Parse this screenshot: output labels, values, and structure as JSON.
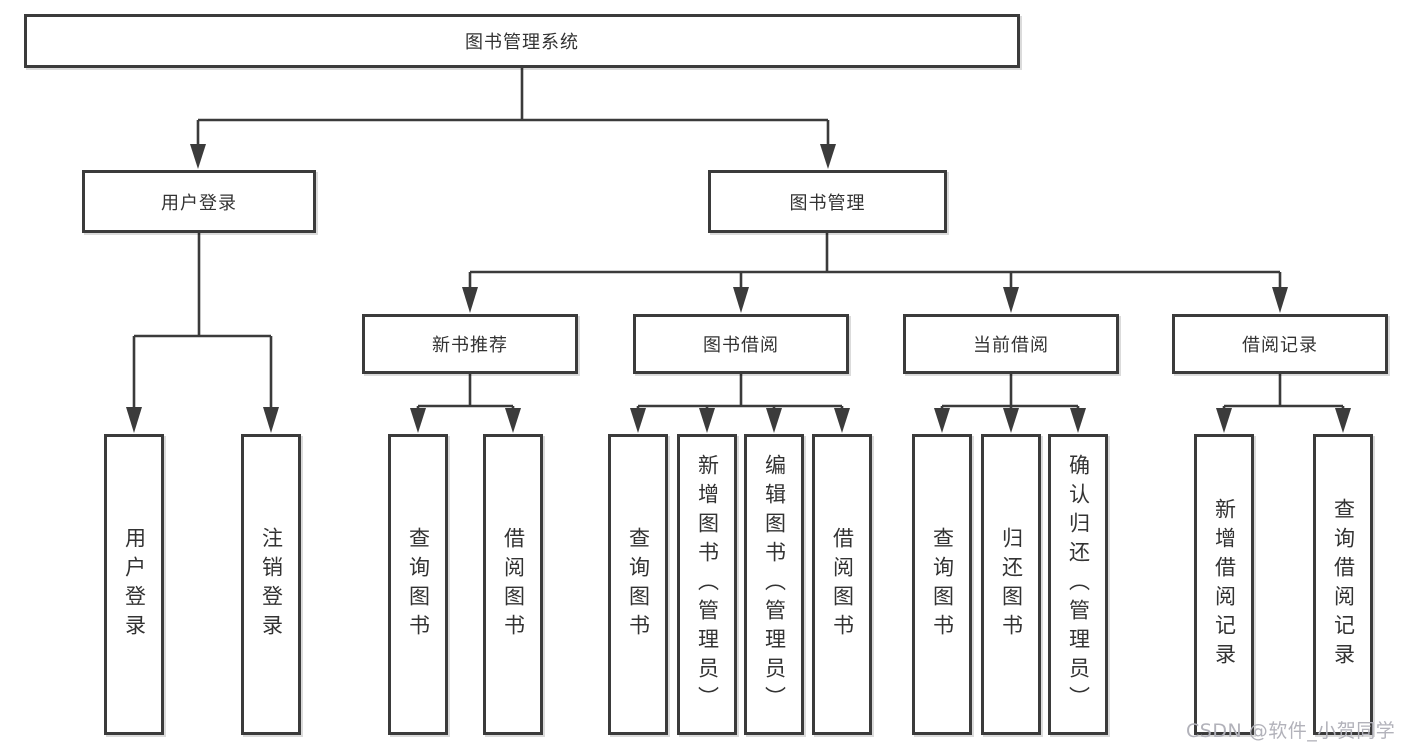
{
  "diagram": {
    "nodes": {
      "root": {
        "label": "图书管理系统"
      },
      "user_login": {
        "label": "用户登录"
      },
      "book_management": {
        "label": "图书管理"
      },
      "new_book_recommend": {
        "label": "新书推荐"
      },
      "book_borrowing": {
        "label": "图书借阅"
      },
      "current_borrowing": {
        "label": "当前借阅"
      },
      "borrowing_records": {
        "label": "借阅记录"
      },
      "leaf_user_login": {
        "label": "用户登录"
      },
      "leaf_logout": {
        "label": "注销登录"
      },
      "leaf_recommend_query_books": {
        "label": "查询图书"
      },
      "leaf_recommend_borrow_books": {
        "label": "借阅图书"
      },
      "leaf_borrowing_query_books": {
        "label": "查询图书"
      },
      "leaf_borrowing_add_books": {
        "label": "新增图书（管理员）"
      },
      "leaf_borrowing_edit_books": {
        "label": "编辑图书（管理员）"
      },
      "leaf_borrowing_borrow_books": {
        "label": "借阅图书"
      },
      "leaf_current_query_books": {
        "label": "查询图书"
      },
      "leaf_current_return_books": {
        "label": "归还图书"
      },
      "leaf_current_confirm_return": {
        "label": "确认归还（管理员）"
      },
      "leaf_records_add_record": {
        "label": "新增借阅记录"
      },
      "leaf_records_query_record": {
        "label": "查询借阅记录"
      }
    }
  },
  "watermark": {
    "text": "CSDN @软件_小贺同学"
  },
  "colors": {
    "line": "#3b3b3b",
    "text": "#333333",
    "background": "#ffffff",
    "watermark": "#b2b2ba"
  }
}
